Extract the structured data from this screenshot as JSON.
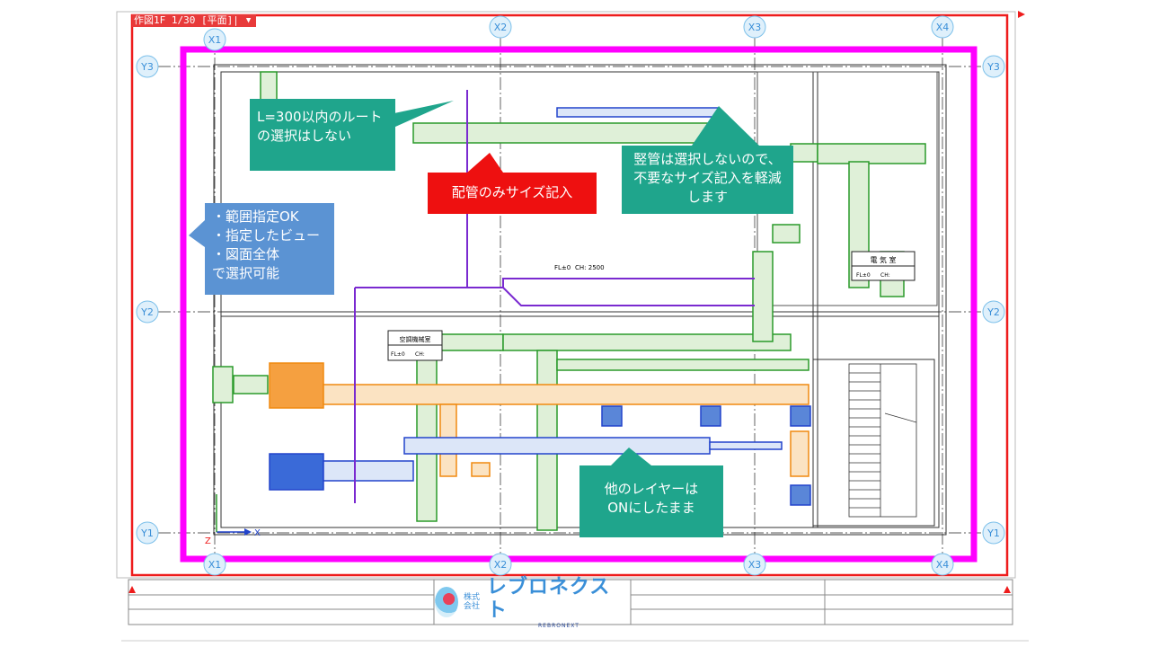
{
  "view_tag": {
    "label": "作図1F 1/30 [平面]|",
    "dropdown_icon": "triangle-down"
  },
  "grid": {
    "x_labels": [
      "X1",
      "X2",
      "X3",
      "X4"
    ],
    "y_labels": [
      "Y3",
      "Y2",
      "Y1"
    ],
    "axis_x": "X",
    "axis_z": "Z"
  },
  "rooms": {
    "electrical": {
      "name": "電 気 室",
      "fl": "FL±0",
      "ch": "CH:"
    },
    "ac_machine": {
      "name": "空調機械室",
      "fl": "FL±0",
      "ch": "CH:"
    },
    "center": {
      "fl": "FL±0",
      "ch": "CH: 2500"
    }
  },
  "callouts": {
    "route": "L=300以内のルートの選択はしない",
    "pipe_only": "配管のみサイズ記入",
    "riser": "竪管は選択しないので、不要なサイズ記入を軽減します",
    "range": [
      "・範囲指定OK",
      "・指定したビュー",
      "・図面全体",
      "で選択可能"
    ],
    "layers": "他のレイヤーはONにしたまま"
  },
  "title_block": {
    "company_prefix": "株式会社",
    "company": "レブロネクスト",
    "company_en": "REBRONEXT"
  },
  "colors": {
    "frame": "#ee1c1c",
    "selection": "#ff00ff",
    "duct_green": "#2a9a2a",
    "duct_orange": "#f08a10",
    "pipe_blue": "#2244cc",
    "pipe_purple": "#7a2ad0"
  }
}
